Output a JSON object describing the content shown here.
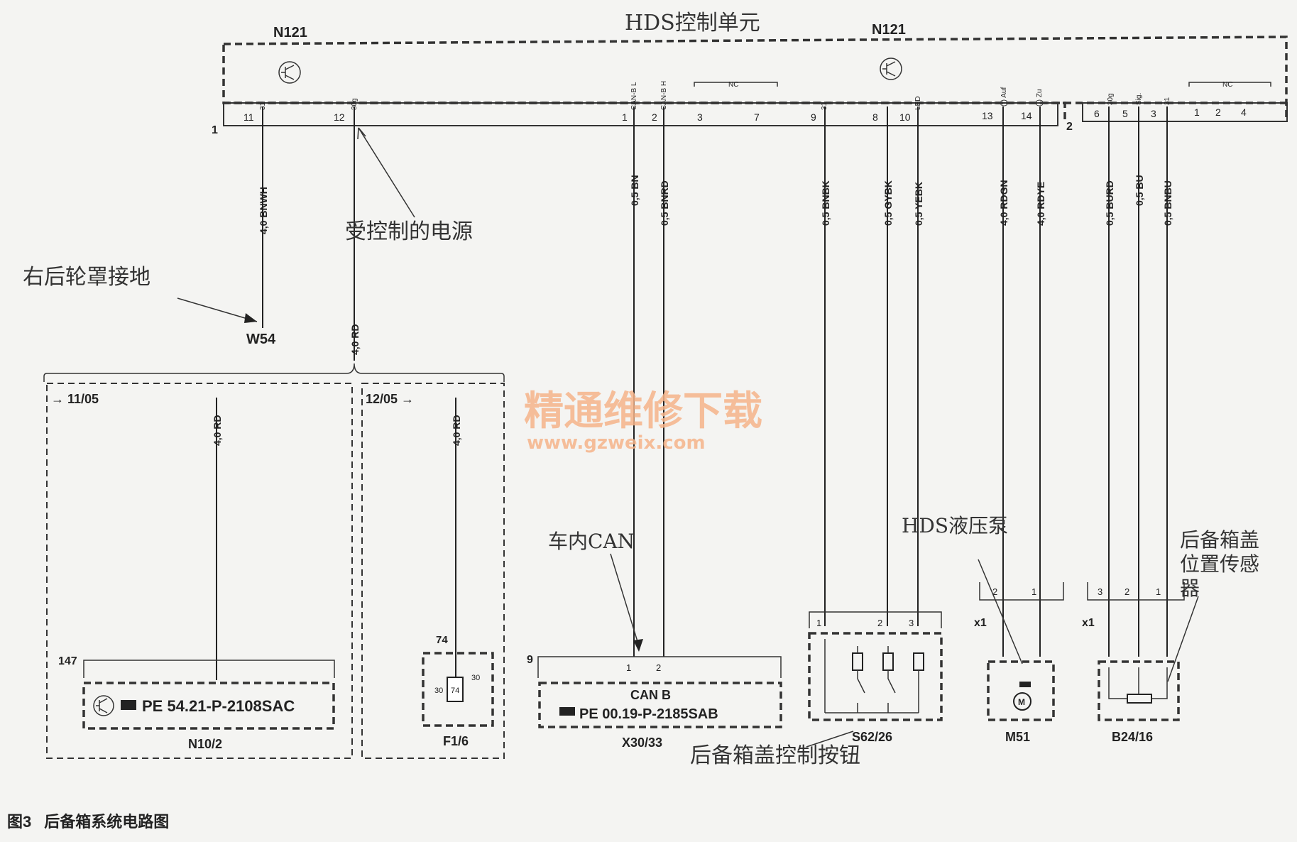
{
  "header": {
    "title": "HDS控制单元",
    "unit_left": "N121",
    "unit_right": "N121"
  },
  "unit_pins": {
    "left_block_number": "1",
    "right_block_number": "2",
    "p11": "11",
    "p12": "12",
    "p1": "1",
    "p2": "2",
    "p3": "3",
    "p7": "7",
    "p9": "9",
    "p8": "8",
    "p10": "10",
    "p13": "13",
    "p14": "14",
    "p6": "6",
    "p5": "5",
    "p3b": "3",
    "p1b": "1",
    "p2b": "2",
    "p4": "4",
    "t31a": "31",
    "t30g": "30g",
    "tcanl": "CAN-B L",
    "tcanh": "CAN-B H",
    "tnc": "NC",
    "t31b": "31",
    "tled": "LED",
    "tauf": "(-) Auf",
    "tzu": "(-) Zu",
    "t30gb": "30g",
    "tsig": "Sig.",
    "t31c": "31",
    "tnc2": "NC"
  },
  "wires": {
    "w1": "4,0 BNWH",
    "w2": "4,0 RD",
    "w3": "0,5 BN",
    "w4": "0,5 BNRD",
    "w5": "0,5 BNBK",
    "w6": "0,5 GYBK",
    "w7": "0,5 YEBK",
    "w8": "4,0 RDGN",
    "w9": "4,0 RDYE",
    "w10": "0,5 BURD",
    "w11": "0,5 BU",
    "w12": "0,5 BNBU",
    "w13": "4,0 RD",
    "w14": "4,0 RD",
    "w15": "4,0 RD"
  },
  "annotations": {
    "power": "受控制的电源",
    "ground": "右后轮罩接地",
    "can": "车内CAN",
    "pump": "HDS液压泵",
    "sensor_l1": "后备箱盖",
    "sensor_l2": "位置传感",
    "sensor_l3": "器",
    "button": "后备箱盖控制按钮"
  },
  "components": {
    "w54": "W54",
    "ref_left": "11/05",
    "ref_right": "12/05",
    "n10_pin": "147",
    "n10_ref": "PE 54.21-P-2108SAC",
    "n10_name": "N10/2",
    "f16_pin": "74",
    "f16_in1": "74",
    "f16_in2": "30",
    "f16_in3": "30",
    "f16_name": "F1/6",
    "x30_pin": "9",
    "x30_p1": "1",
    "x30_p2": "2",
    "x30_bus": "CAN B",
    "x30_ref": "PE 00.19-P-2185SAB",
    "x30_name": "X30/33",
    "s62_p1": "1",
    "s62_p2": "2",
    "s62_p3": "3",
    "s62_name": "S62/26",
    "m51_x": "x1",
    "m51_p2": "2",
    "m51_p1": "1",
    "m51_name": "M51",
    "b24_x": "x1",
    "b24_p3": "3",
    "b24_p2": "2",
    "b24_p1": "1",
    "b24_name": "B24/16"
  },
  "watermark": {
    "cn": "精通维修下载",
    "url": "www.gzweix.com"
  },
  "caption": {
    "figure": "图3",
    "title": "后备箱系统电路图"
  }
}
